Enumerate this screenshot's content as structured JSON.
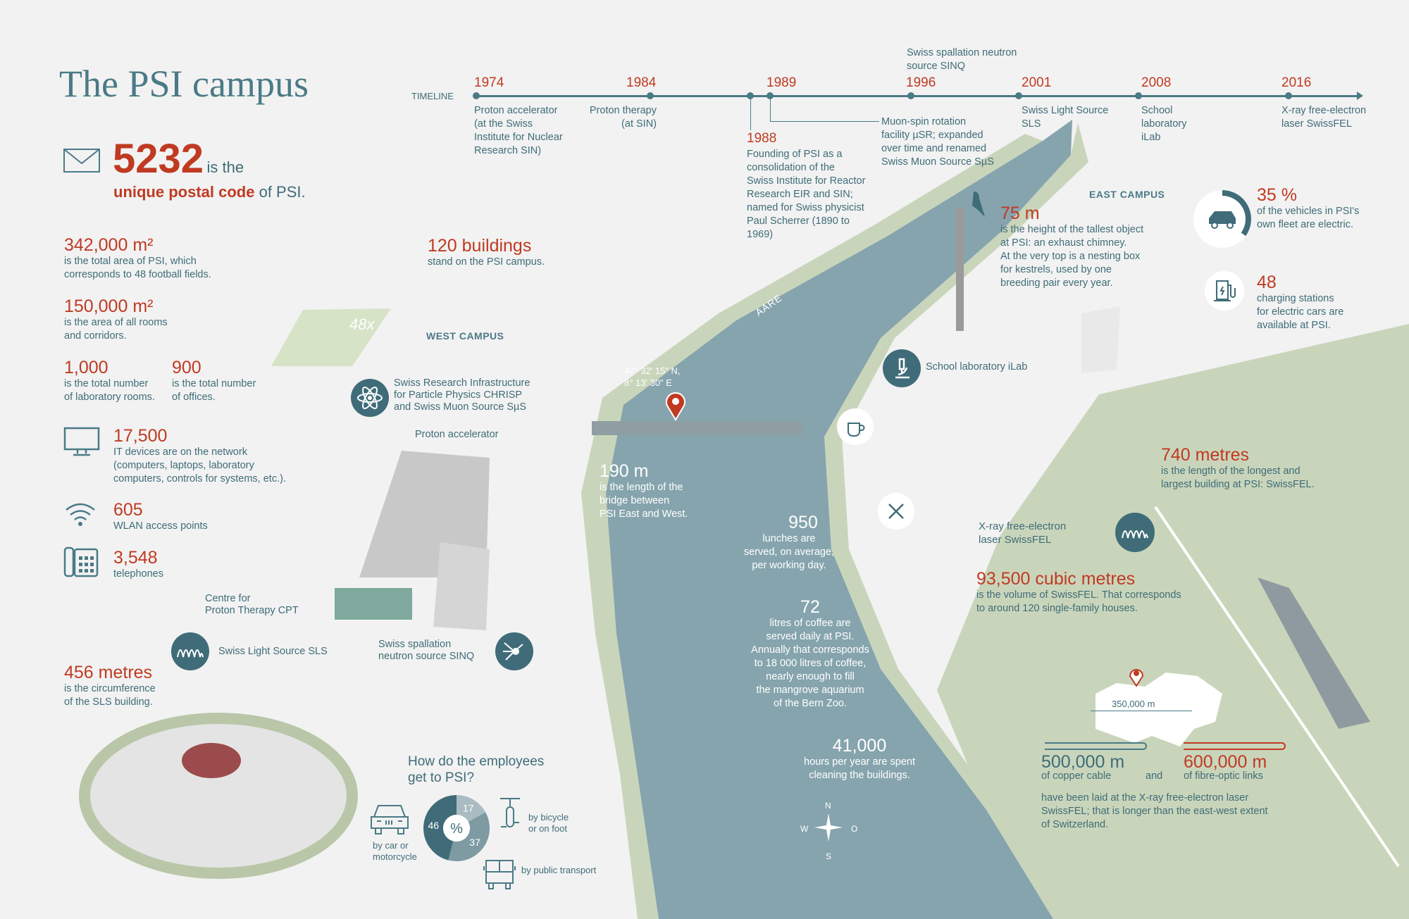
{
  "title": "The PSI campus",
  "colors": {
    "accent": "#c03a22",
    "teal": "#3f6c78",
    "river": "#86a4ad",
    "land": "#c9d5bb"
  },
  "postal": {
    "number": "5232",
    "is_the": "is the",
    "highlight": "unique postal code",
    "rest": "of PSI.",
    "icon": "envelope-icon"
  },
  "stats_left": [
    {
      "value": "342,000 m²",
      "desc": [
        "is the total area of PSI, which",
        "corresponds to 48 football fields."
      ]
    },
    {
      "value": "150,000 m²",
      "desc": [
        "is the area of all rooms",
        "and corridors."
      ]
    },
    {
      "value": "1,000",
      "desc": [
        "is the total number",
        "of laboratory rooms."
      ]
    },
    {
      "value": "900",
      "desc": [
        "is the total number",
        "of offices."
      ]
    },
    {
      "value": "17,500",
      "desc": [
        "IT devices are on the network",
        "(computers, laptops, laboratory",
        "computers, controls for systems, etc.)."
      ],
      "icon": "monitor-icon"
    },
    {
      "value": "605",
      "desc": [
        "WLAN access points"
      ],
      "icon": "wifi-icon"
    },
    {
      "value": "3,548",
      "desc": [
        "telephones"
      ],
      "icon": "telephone-icon"
    },
    {
      "value": "456 metres",
      "desc": [
        "is the circumference",
        "of the SLS building."
      ]
    }
  ],
  "field_label": "48x",
  "timeline": {
    "label": "TIMELINE",
    "events": [
      {
        "year": "1974",
        "desc": [
          "Proton accelerator",
          "(at the Swiss",
          "Institute for Nuclear",
          "Research SIN)"
        ]
      },
      {
        "year": "1984",
        "desc": [
          "Proton therapy",
          "(at SIN)"
        ]
      },
      {
        "year": "1988",
        "desc": [
          "Founding of PSI as a",
          "consolidation of the",
          "Swiss Institute for Reactor",
          "Research EIR and SIN;",
          "named for Swiss physicist",
          "Paul Scherrer (1890 to",
          "1969)"
        ]
      },
      {
        "year": "1989",
        "desc": [
          "Muon-spin rotation",
          "facility µSR; expanded",
          "over time and renamed",
          "Swiss Muon Source SµS"
        ]
      },
      {
        "year": "1996",
        "desc": [
          "Swiss spallation neutron",
          "source SINQ"
        ]
      },
      {
        "year": "2001",
        "desc": [
          "Swiss Light Source",
          "SLS"
        ]
      },
      {
        "year": "2008",
        "desc": [
          "School",
          "laboratory",
          "iLab"
        ]
      },
      {
        "year": "2016",
        "desc": [
          "X-ray free-electron",
          "laser SwissFEL"
        ]
      }
    ]
  },
  "buildings": {
    "value": "120 buildings",
    "desc": "stand on the PSI campus."
  },
  "west_campus": "WEST CAMPUS",
  "east_campus": "EAST CAMPUS",
  "river": "AARE",
  "coords": [
    "47° 32' 15\" N,",
    "8° 13' 30\" E"
  ],
  "chrisp": [
    "Swiss Research Infrastructure",
    "for Particle Physics CHRISP",
    "and Swiss Muon Source SµS"
  ],
  "proton_accelerator": "Proton accelerator",
  "cpt": [
    "Centre for",
    "Proton Therapy CPT"
  ],
  "sls": "Swiss Light Source SLS",
  "sinq": [
    "Swiss spallation",
    "neutron source SINQ"
  ],
  "ilab": "School laboratory iLab",
  "chimney": {
    "value": "75 m",
    "desc": [
      "is the height of the tallest object",
      "at PSI: an exhaust chimney.",
      "At the very top is a nesting box",
      "for kestrels, used by one",
      "breeding pair every year."
    ]
  },
  "electric": {
    "value": "35 %",
    "fraction": 0.35,
    "desc": [
      "of the vehicles in PSI's",
      "own fleet are electric."
    ]
  },
  "charging": {
    "value": "48",
    "desc": [
      "charging stations",
      "for electric cars are",
      "available at PSI."
    ]
  },
  "bridge": {
    "value": "190 m",
    "desc": [
      "is the length of the",
      "bridge between",
      "PSI East and West."
    ]
  },
  "lunches": {
    "value": "950",
    "desc": [
      "lunches are",
      "served, on average,",
      "per working day."
    ]
  },
  "coffee": {
    "value": "72",
    "desc": [
      "litres of coffee are",
      "served daily at PSI.",
      "Annually that corresponds",
      "to 18 000 litres of coffee,",
      "nearly enough to fill",
      "the mangrove aquarium",
      "of the Bern Zoo."
    ]
  },
  "cleaning": {
    "value": "41,000",
    "desc": [
      "hours per year are spent",
      "cleaning the buildings."
    ]
  },
  "longest": {
    "value": "740 metres",
    "desc": [
      "is the length of the longest and",
      "largest building at PSI: SwissFEL."
    ]
  },
  "swissfel": [
    "X-ray free-electron",
    "laser SwissFEL"
  ],
  "volume": {
    "value": "93,500 cubic metres",
    "desc": [
      "is the volume of SwissFEL. That corresponds",
      "to around 120 single-family houses."
    ]
  },
  "cables": {
    "switzerland": "350,000 m",
    "copper_value": "500,000 m",
    "copper_desc": "of copper cable",
    "and": "and",
    "fibre_value": "600,000 m",
    "fibre_desc": "of fibre-optic links",
    "desc": [
      "have been laid at the X-ray free-electron laser",
      "SwissFEL; that is longer than the east-west extent",
      "of Switzerland."
    ]
  },
  "commute": {
    "title": [
      "How do the employees",
      "get to PSI?"
    ],
    "center": "%",
    "car": "by car or motorcycle",
    "car_lines": [
      "by car or",
      "motorcycle"
    ],
    "bike_lines": [
      "by bicycle",
      "or on foot"
    ],
    "transport": "by public transport"
  },
  "compass": {
    "n": "N",
    "s": "S",
    "w": "W",
    "e": "O"
  },
  "chart_data": {
    "type": "pie",
    "title": "How do the employees get to PSI?",
    "categories": [
      "by car or motorcycle",
      "by bicycle or on foot",
      "by public transport"
    ],
    "values": [
      46,
      17,
      37
    ],
    "unit": "%",
    "colors": [
      "#3f6c78",
      "#a9bcc1",
      "#7e9aa2"
    ]
  }
}
